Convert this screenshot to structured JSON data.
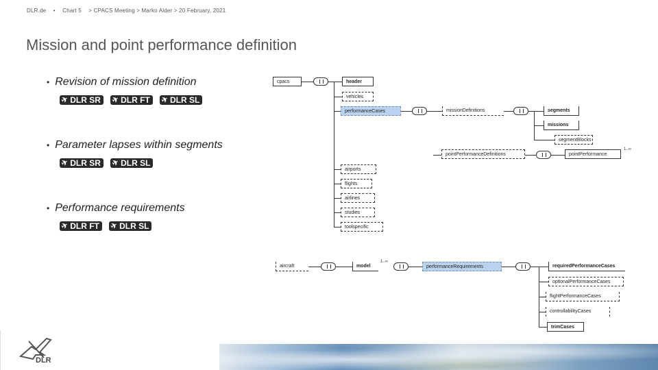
{
  "header": {
    "site": "DLR.de",
    "sep": "•",
    "chart": "Chart 5",
    "meta": "> CPACS Meeting > Marko Alder > 20 February, 2021"
  },
  "title": "Mission and point performance definition",
  "bullets": [
    {
      "text": "Revision of mission definition",
      "badges": [
        "DLR SR",
        "DLR FT",
        "DLR SL"
      ]
    },
    {
      "text": "Parameter lapses within segments",
      "badges": [
        "DLR SR",
        "DLR SL"
      ]
    },
    {
      "text": "Performance requirements",
      "badges": [
        "DLR FT",
        "DLR SL"
      ]
    }
  ],
  "diagram_top": {
    "root": "cpacs",
    "children": [
      "header",
      "vehicles",
      "performanceCases",
      "airports",
      "flights",
      "airlines",
      "studies",
      "toolspecific"
    ],
    "missionDefinitions": "missionDefinitions",
    "mission_children": [
      "segments",
      "missions",
      "segmentBlocks"
    ],
    "pointPerformanceDefinitions": "pointPerformanceDefinitions",
    "pointPerformance": "pointPerformance",
    "multiplicity": "1..∞"
  },
  "diagram_bottom": {
    "aircraft": "aircraft",
    "model": "model",
    "multiplicity": "1..∞",
    "performanceRequirements": "performanceRequirements",
    "children": [
      "requiredPerformanceCases",
      "optionalPerformanceCases",
      "flightPerformanceCases",
      "controllabilityCases",
      "trimCases"
    ]
  },
  "logo_text": "DLR"
}
